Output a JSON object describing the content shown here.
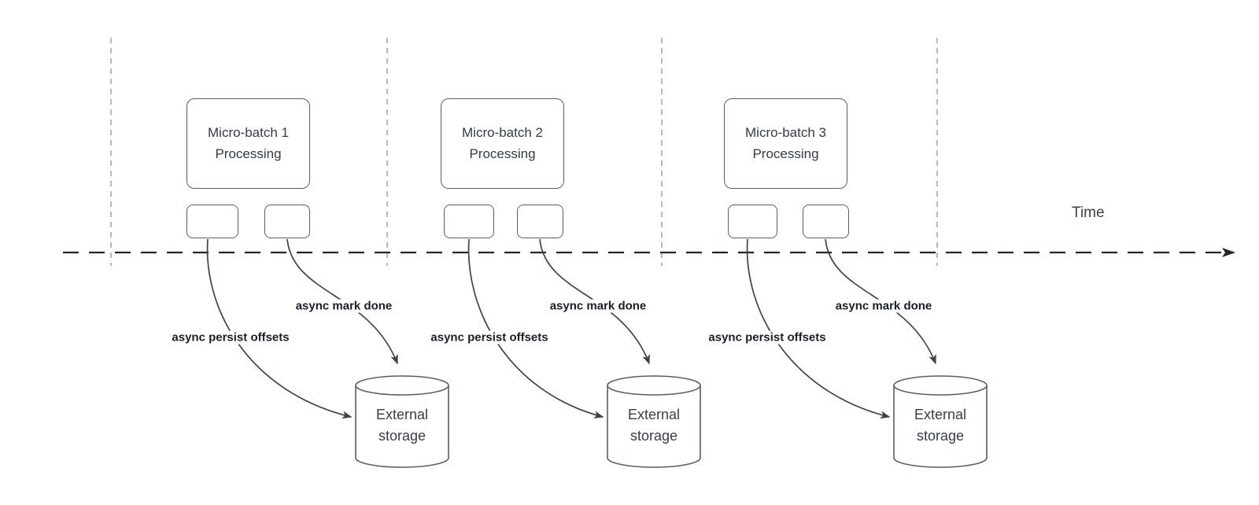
{
  "timeline": {
    "label": "Time"
  },
  "groups": [
    {
      "processing_label": "Micro-batch 1\nProcessing",
      "persist_arrow_label": "async persist offsets",
      "mark_done_arrow_label": "async mark done",
      "storage_label": "External\nstorage"
    },
    {
      "processing_label": "Micro-batch 2\nProcessing",
      "persist_arrow_label": "async persist offsets",
      "mark_done_arrow_label": "async mark done",
      "storage_label": "External\nstorage"
    },
    {
      "processing_label": "Micro-batch 3\nProcessing",
      "persist_arrow_label": "async persist offsets",
      "mark_done_arrow_label": "async mark done",
      "storage_label": "External\nstorage"
    }
  ],
  "colors": {
    "shape_stroke": "#565e69",
    "arrow_stroke": "#3d444e",
    "timeline_stroke": "#252525",
    "guide_stroke": "#a8a8a8",
    "label_text": "#191e28",
    "shape_text": "#353d48"
  }
}
